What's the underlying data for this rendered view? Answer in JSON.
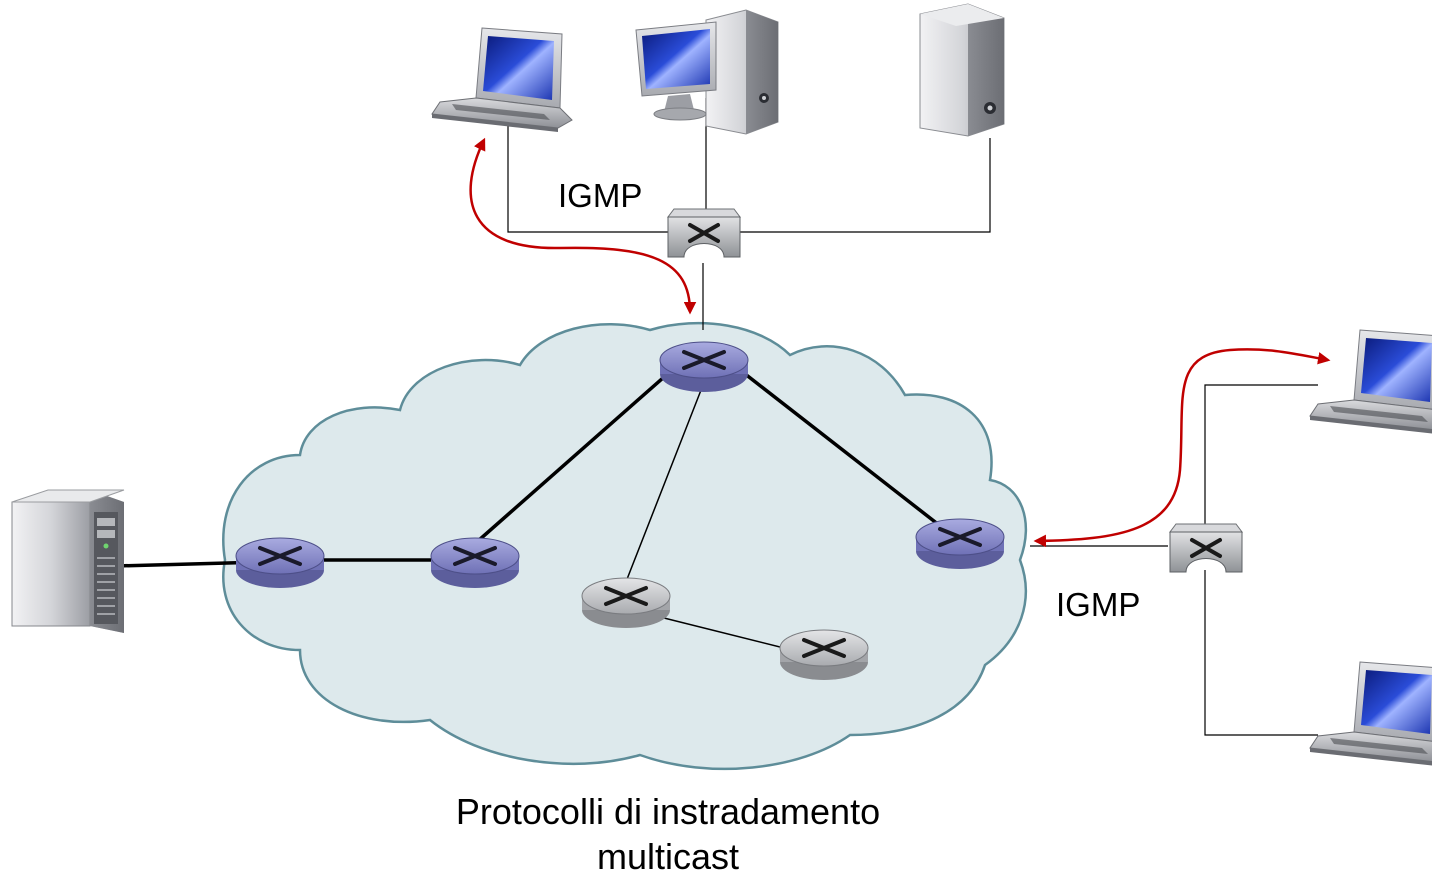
{
  "labels": {
    "igmp_top": "IGMP",
    "igmp_right": "IGMP",
    "caption_line1": "Protocolli di instradamento",
    "caption_line2": "multicast"
  },
  "colors": {
    "cloud_fill": "#dde9ec",
    "cloud_stroke": "#5e8d99",
    "router_purple": "#8a8cc8",
    "router_gray": "#c4c6c8",
    "switch_gray": "#aeb1b4",
    "arrow_red": "#c00000",
    "link": "#000000"
  },
  "icons": {
    "multicast_source": "server-tower-icon",
    "hosts": [
      "laptop-icon",
      "desktop-pc-icon",
      "tower-pc-icon",
      "laptop-icon",
      "laptop-icon"
    ],
    "switches": [
      "network-switch-icon",
      "network-switch-icon"
    ],
    "routers": [
      "router-icon"
    ]
  }
}
